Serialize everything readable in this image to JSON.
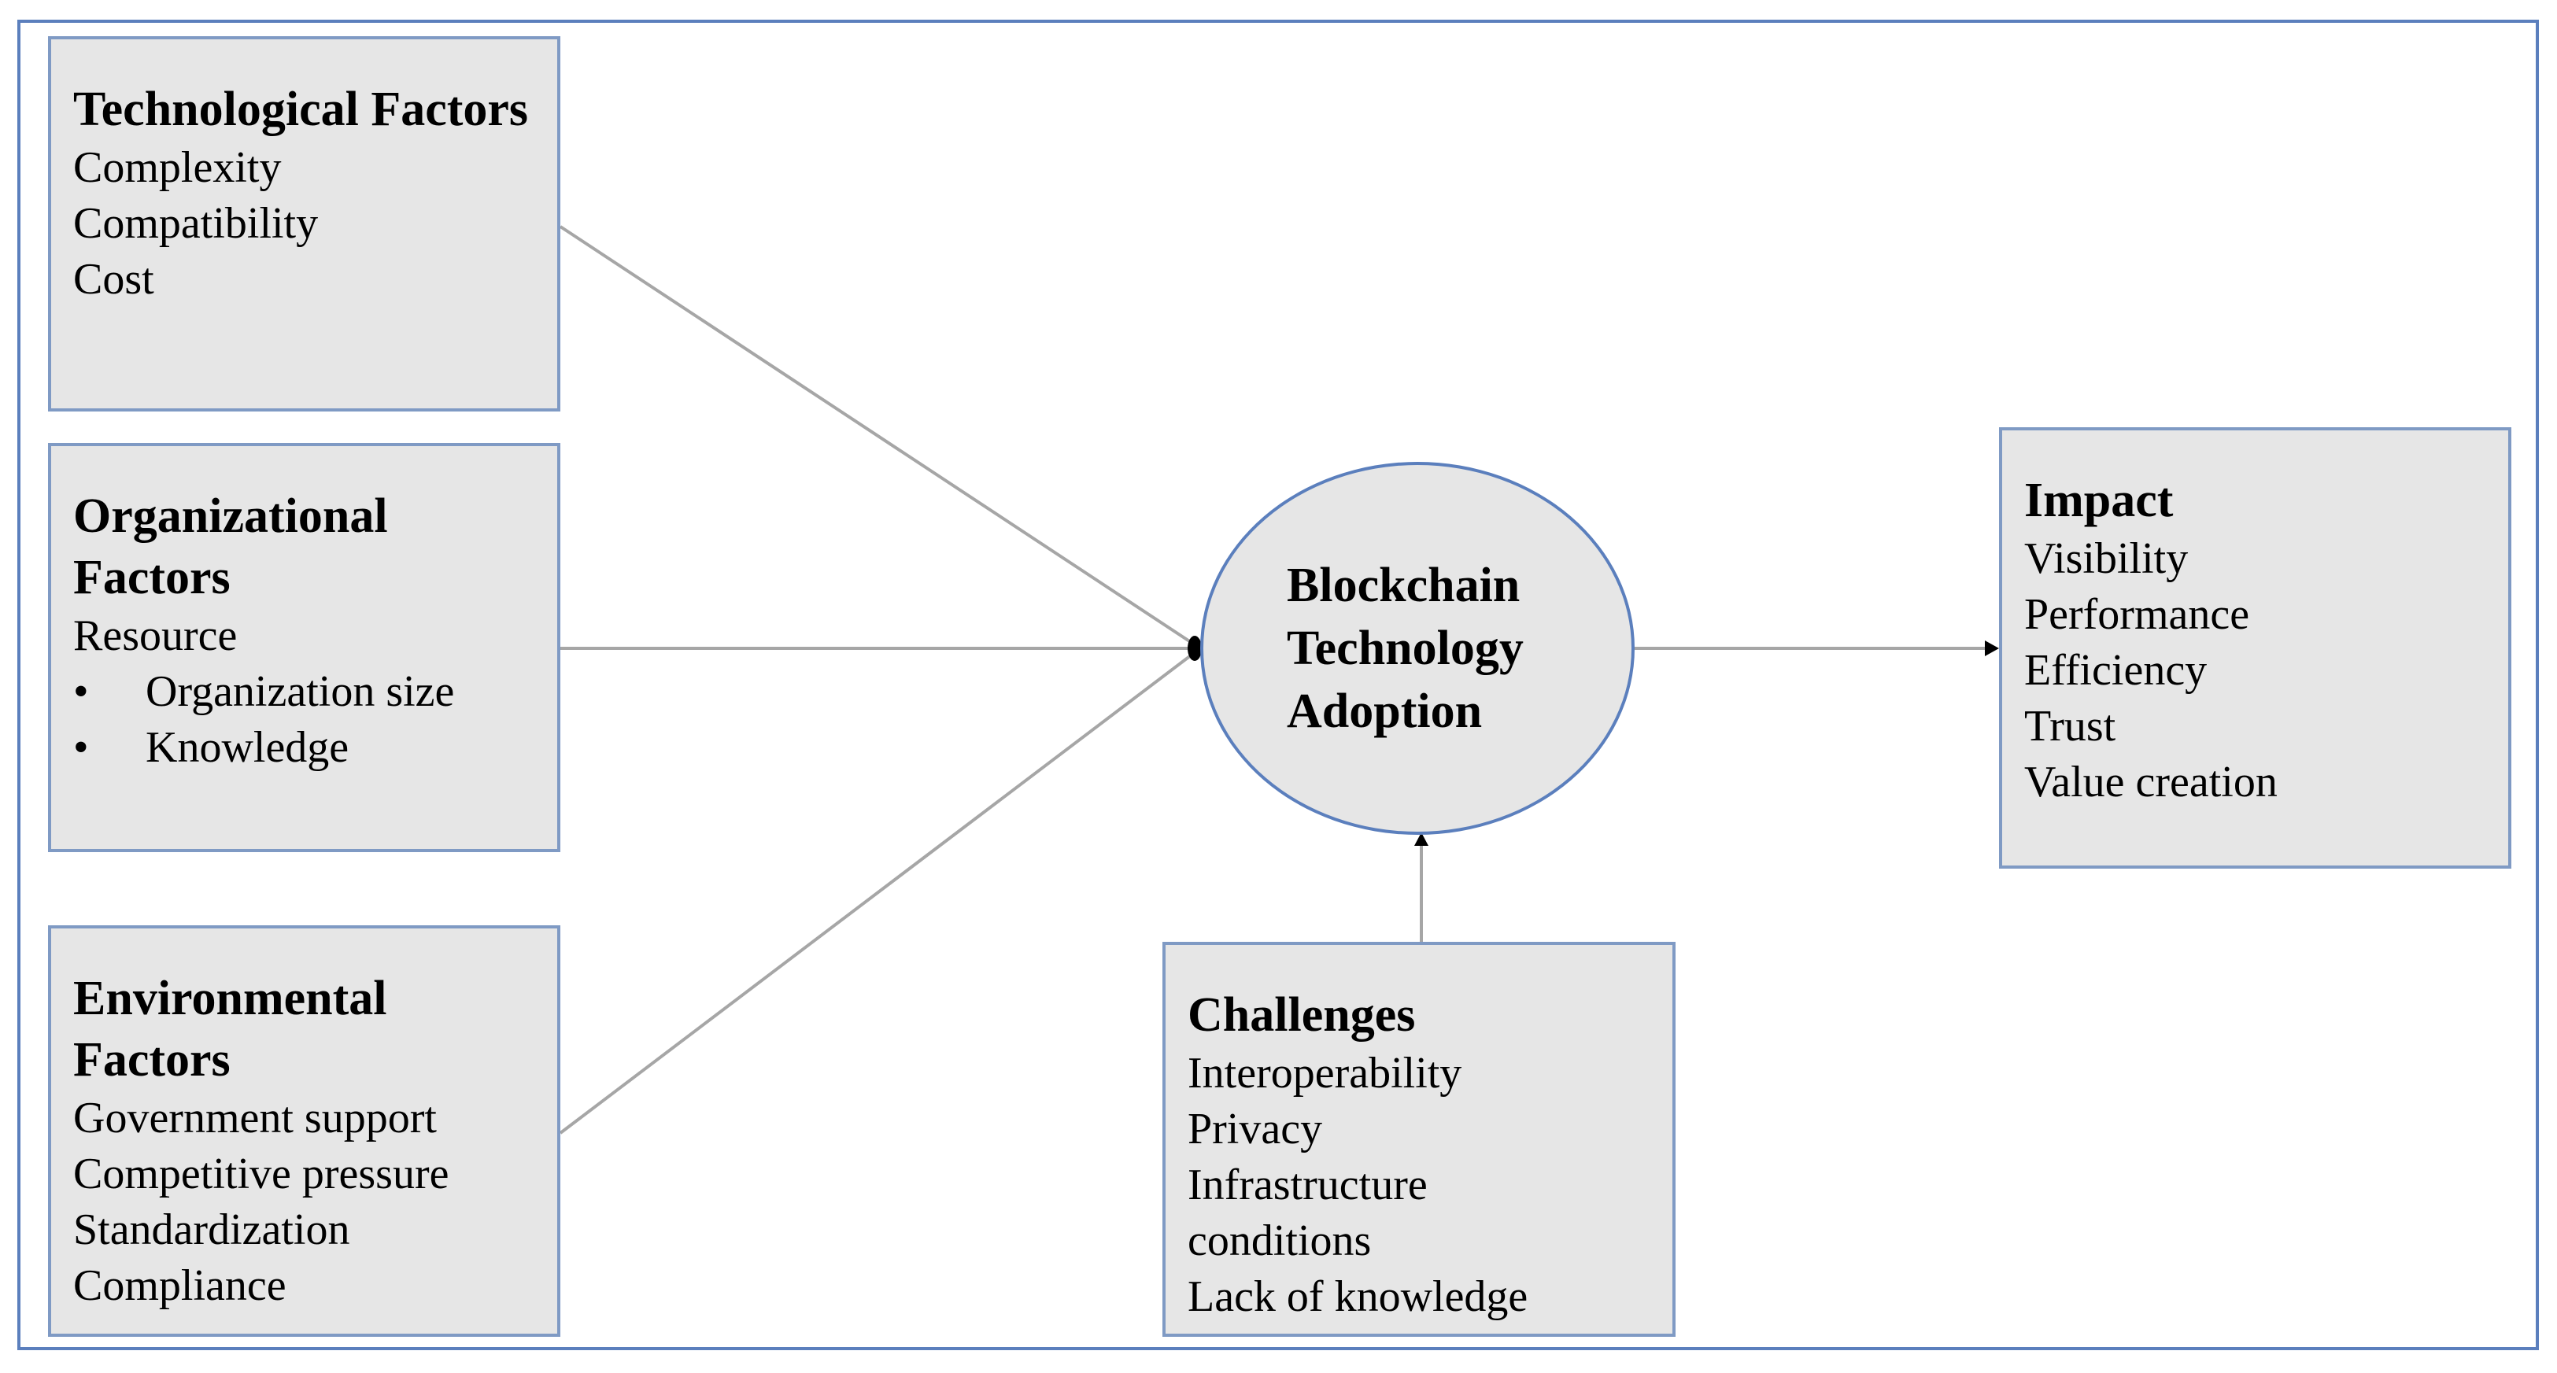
{
  "technological": {
    "title": "Technological Factors",
    "items": [
      "Complexity",
      "Compatibility",
      "Cost"
    ]
  },
  "organizational": {
    "title": "Organizational Factors",
    "items": [
      "Resource"
    ],
    "bullets": [
      "Organization size",
      "Knowledge"
    ]
  },
  "environmental": {
    "title": "Environmental Factors",
    "items": [
      "Government support",
      "Competitive pressure",
      "Standardization",
      "Compliance"
    ]
  },
  "central": {
    "label": "Blockchain Technology Adoption"
  },
  "challenges": {
    "title": "Challenges",
    "items": [
      "Interoperability",
      "Privacy",
      "Infrastructure conditions",
      "Lack of knowledge"
    ]
  },
  "impact": {
    "title": "Impact",
    "items": [
      "Visibility",
      "Performance",
      "Efficiency",
      "Trust",
      "Value creation"
    ]
  },
  "colors": {
    "box_fill": "#e6e6e6",
    "border": "#7f9ac4",
    "frame": "#5b7fbd",
    "connector": "#a6a6a6"
  }
}
